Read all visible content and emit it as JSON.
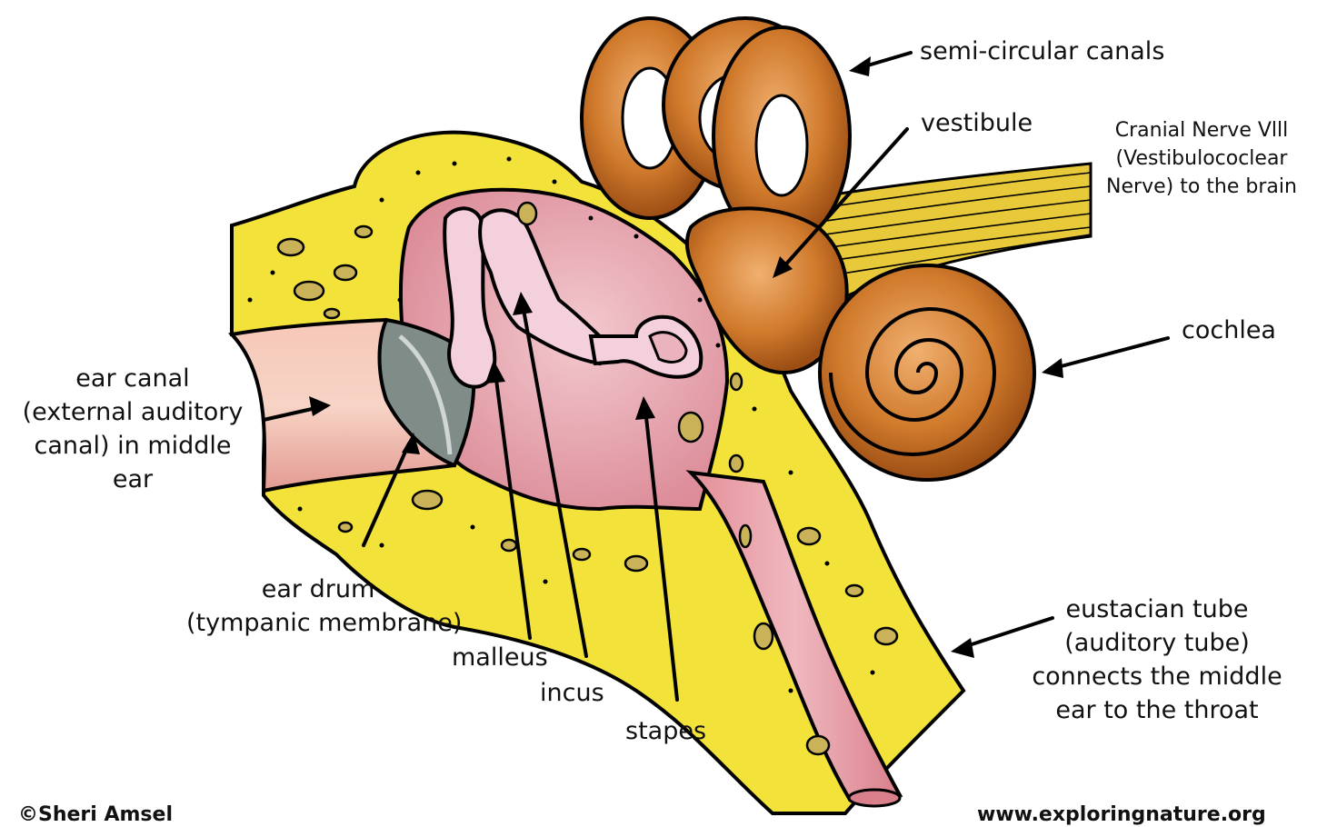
{
  "diagram": {
    "labels": {
      "semicircular": "semi-circular canals",
      "vestibule": "vestibule",
      "nerve_line1": "Cranial Nerve Vlll",
      "nerve_line2": "(Vestibulococlear",
      "nerve_line3": "Nerve) to the brain",
      "cochlea": "cochlea",
      "ear_canal_line1": "ear canal",
      "ear_canal_line2": "(external auditory",
      "ear_canal_line3": "canal) in middle",
      "ear_canal_line4": "ear",
      "ear_drum_line1": "ear drum",
      "ear_drum_line2": "(tympanic membrane)",
      "malleus": "malleus",
      "incus": "incus",
      "stapes": "stapes",
      "eustachian_line1": "eustacian tube",
      "eustachian_line2": "(auditory tube)",
      "eustachian_line3": "connects the middle",
      "eustachian_line4": "ear to the throat"
    },
    "credits": {
      "author": "©Sheri Amsel",
      "website": "www.exploringnature.org"
    },
    "colors": {
      "bone": "#f2e23a",
      "cavity": "#eab3bd",
      "inner_ear": "#c76f24",
      "nerve": "#e8c93a",
      "ear_drum": "#7f8c88"
    }
  }
}
